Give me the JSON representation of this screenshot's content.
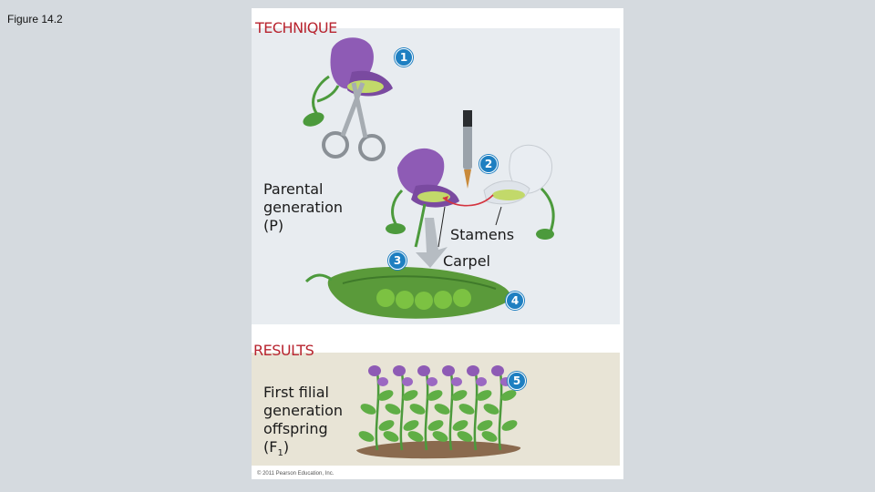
{
  "figure_label": "Figure 14.2",
  "technique": {
    "title": "TECHNIQUE",
    "parental_line1": "Parental",
    "parental_line2": "generation",
    "parental_line3": "(P)",
    "stamens_label": "Stamens",
    "carpel_label": "Carpel",
    "steps": [
      "1",
      "2",
      "3",
      "4"
    ]
  },
  "results": {
    "title": "RESULTS",
    "line1": "First filial",
    "line2": "generation",
    "line3": "offspring",
    "line4_prefix": "(F",
    "line4_sub": "1",
    "line4_suffix": ")",
    "step": "5"
  },
  "copyright": "© 2011 Pearson Education, Inc.",
  "colors": {
    "accent_title": "#b8242f",
    "step_badge": "#1e7fc1",
    "purple_flower": "#8e5bb5",
    "white_flower": "#e9edf2",
    "leaf_green": "#4c9a3c",
    "pea_green": "#7cc242"
  }
}
